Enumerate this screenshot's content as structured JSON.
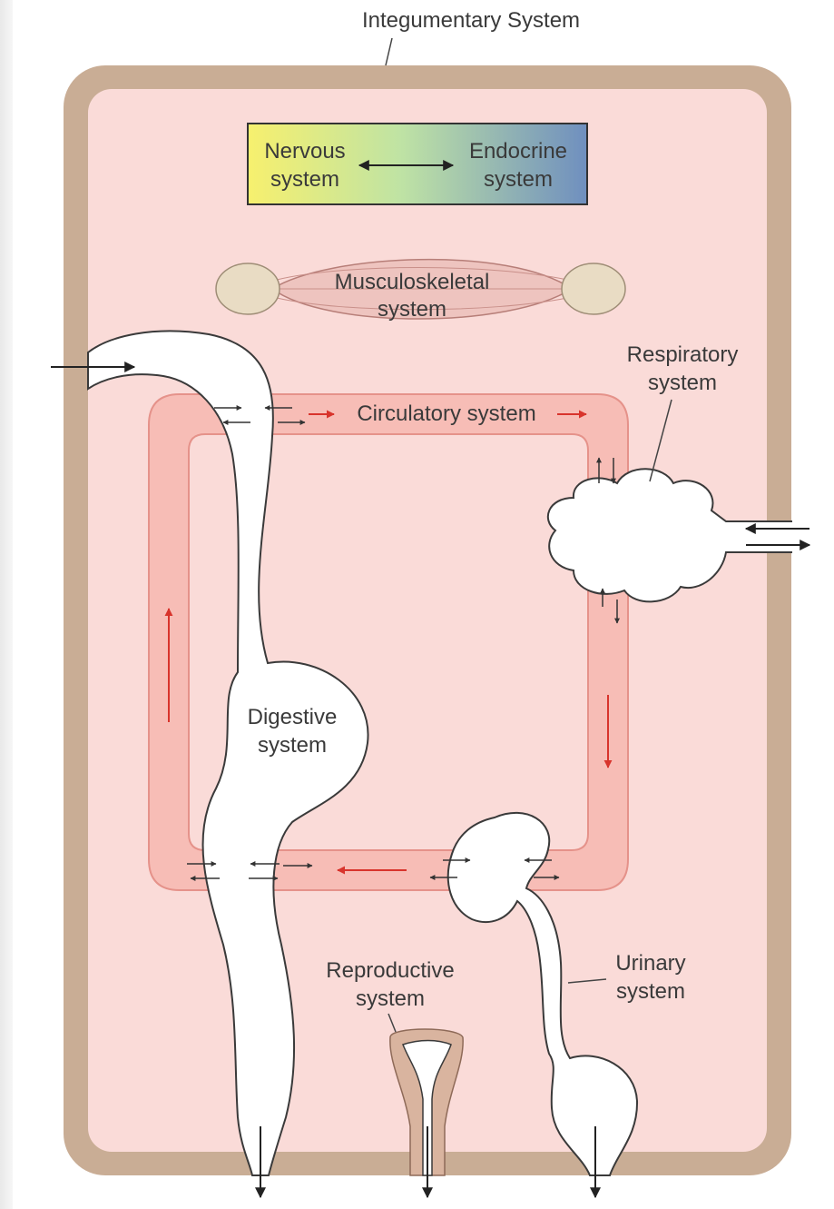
{
  "diagram": {
    "title": "Integumentary System",
    "nervous": [
      "Nervous",
      "system"
    ],
    "endocrine": [
      "Endocrine",
      "system"
    ],
    "musculoskeletal": [
      "Musculoskeletal",
      "system"
    ],
    "respiratory": [
      "Respiratory",
      "system"
    ],
    "circulatory": "Circulatory system",
    "digestive": [
      "Digestive",
      "system"
    ],
    "reproductive": [
      "Reproductive",
      "system"
    ],
    "urinary": [
      "Urinary",
      "system"
    ]
  },
  "colors": {
    "skin_border": "#c9ad95",
    "body_fill": "#fadbd8",
    "vessel_fill": "#f7bdb6",
    "vessel_stroke": "#e5928a",
    "flow_arrow": "#d8342c",
    "organ_fill": "#ffffff",
    "organ_stroke": "#3a3a3a",
    "bone_fill": "#e9dcc4",
    "muscle_fill": "#eec4bf",
    "gradient_start": "#f7f06e",
    "gradient_end": "#6f8fbf"
  }
}
